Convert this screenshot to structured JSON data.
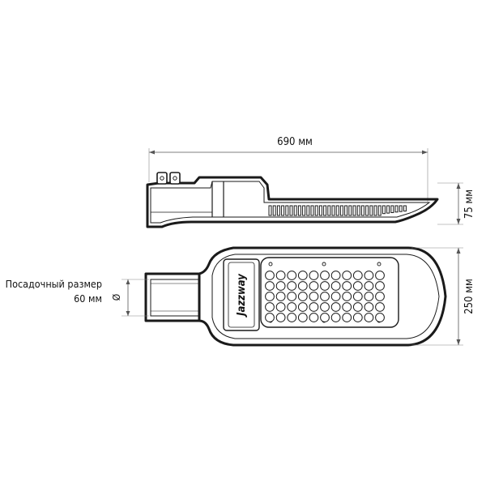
{
  "dimensions": {
    "length": "690 мм",
    "height": "75 мм",
    "width": "250 мм",
    "mount_line1": "Посадочный размер",
    "mount_line2": "60 мм",
    "diameter_symbol": "Ø"
  },
  "brand": {
    "logo_text": "Jazzway"
  },
  "led_grid": {
    "rows": 5,
    "columns": 11
  },
  "colors": {
    "line": "#1a1a1a",
    "dimension_line": "#555555",
    "background": "#ffffff"
  }
}
